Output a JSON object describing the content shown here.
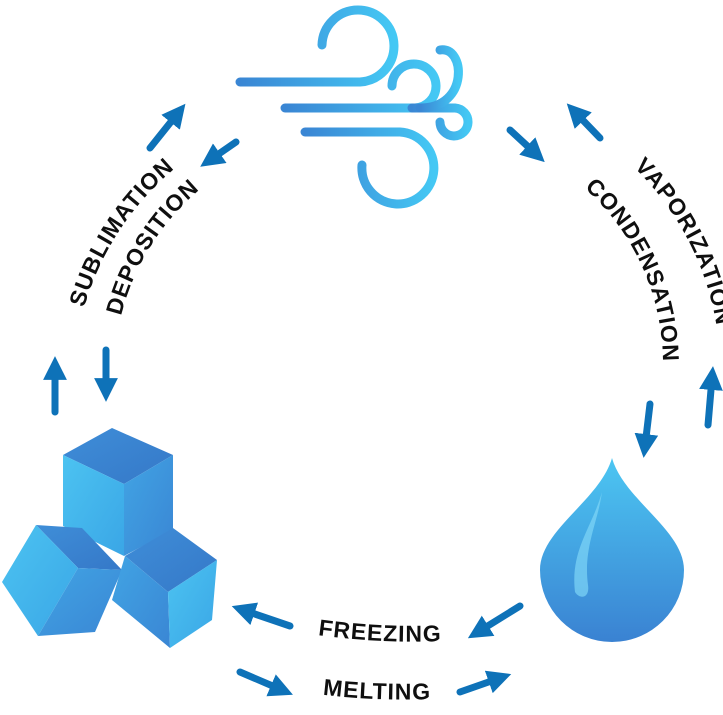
{
  "labels": {
    "sublimation": "SUBLIMATION",
    "deposition": "DEPOSITION",
    "vaporization": "VAPORIZATION",
    "condensation": "CONDENSATION",
    "freezing": "FREEZING",
    "melting": "MELTING"
  },
  "icons": {
    "gas": "wind-icon",
    "liquid": "water-drop-icon",
    "solid": "ice-cubes-icon"
  },
  "colors": {
    "arrow": "#0e72b8",
    "icon_light": "#44c6f3",
    "icon_dark": "#3a86d4",
    "text": "#0f0f0f"
  }
}
